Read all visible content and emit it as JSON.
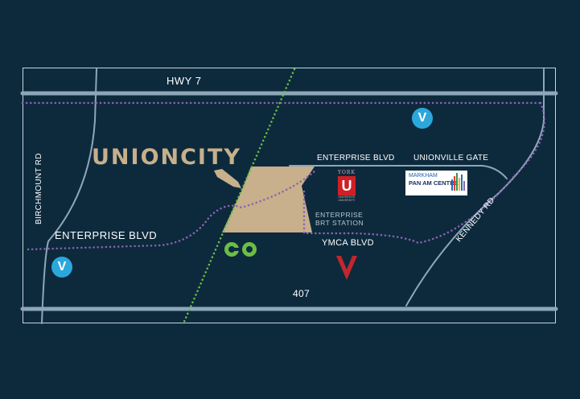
{
  "map": {
    "title": "UNIONCITY",
    "roads": {
      "hwy7": "HWY 7",
      "enterprise_blvd_east": "ENTERPRISE BLVD",
      "unionville_gate": "UNIONVILLE GATE",
      "enterprise_blvd_west": "ENTERPRISE BLVD",
      "ymca_blvd": "YMCA BLVD",
      "hwy407": "407",
      "birchmount_rd": "BIRCHMOUNT RD",
      "kennedy_rd": "KENNEDY RD"
    },
    "station": {
      "line1": "ENTERPRISE",
      "line2": "BRT STATION"
    },
    "landmarks": {
      "york_top": "YORK",
      "york_mark": "U",
      "york_sub1": "UNIVERSITÉ",
      "york_sub2": "UNIVERSITY",
      "markham_top": "MARKHAM",
      "markham_name": "PAN AM CENTRE",
      "ymca_mark": "Y",
      "viva_mark": "V"
    },
    "icons": [
      "viva-badge-icon",
      "go-transit-icon",
      "ymca-logo-icon",
      "york-university-logo-icon",
      "markham-pan-am-centre-logo-icon",
      "location-arrow-icon"
    ],
    "colors": {
      "background": "#0d2a3d",
      "road": "#8ea7b8",
      "brt_route": "#8a63b3",
      "go_line": "#6bbe45",
      "site": "#c7b08b",
      "viva": "#2ca7dc",
      "york_red": "#cf2027",
      "ymca_red": "#c1272d",
      "go_green": "#6bbe45"
    }
  }
}
